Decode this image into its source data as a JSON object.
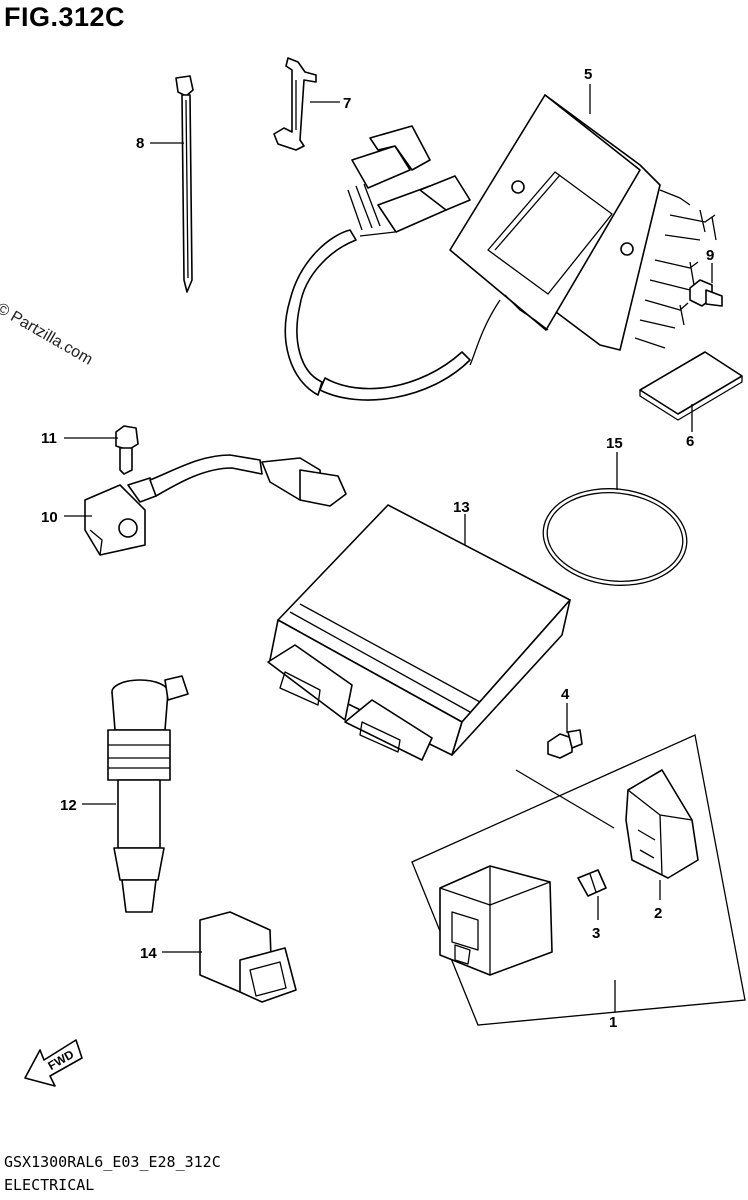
{
  "figure": {
    "title": "FIG.312C",
    "model_code": "GSX1300RAL6_E03_E28_312C",
    "section": "ELECTRICAL",
    "watermark": "© Partzilla.com",
    "direction_label": "FWD"
  },
  "callouts": [
    {
      "id": "1",
      "label": "1"
    },
    {
      "id": "2",
      "label": "2"
    },
    {
      "id": "3",
      "label": "3"
    },
    {
      "id": "4",
      "label": "4"
    },
    {
      "id": "5",
      "label": "5"
    },
    {
      "id": "6",
      "label": "6"
    },
    {
      "id": "7",
      "label": "7"
    },
    {
      "id": "8",
      "label": "8"
    },
    {
      "id": "9",
      "label": "9"
    },
    {
      "id": "10",
      "label": "10"
    },
    {
      "id": "11",
      "label": "11"
    },
    {
      "id": "12",
      "label": "12"
    },
    {
      "id": "13",
      "label": "13"
    },
    {
      "id": "14",
      "label": "14"
    },
    {
      "id": "15",
      "label": "15"
    }
  ]
}
